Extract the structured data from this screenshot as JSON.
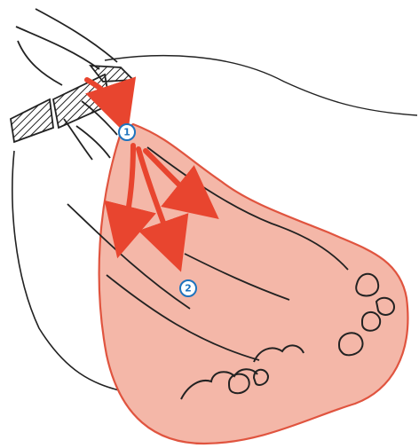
{
  "diagram": {
    "colors": {
      "fan_fill": "#f4b7a8",
      "fan_stroke": "#e0543f",
      "arrow": "#e8452f",
      "line": "#222222",
      "callout": "#1e73be"
    },
    "callouts": [
      {
        "id": "1",
        "label": "1"
      },
      {
        "id": "2",
        "label": "2"
      }
    ]
  }
}
